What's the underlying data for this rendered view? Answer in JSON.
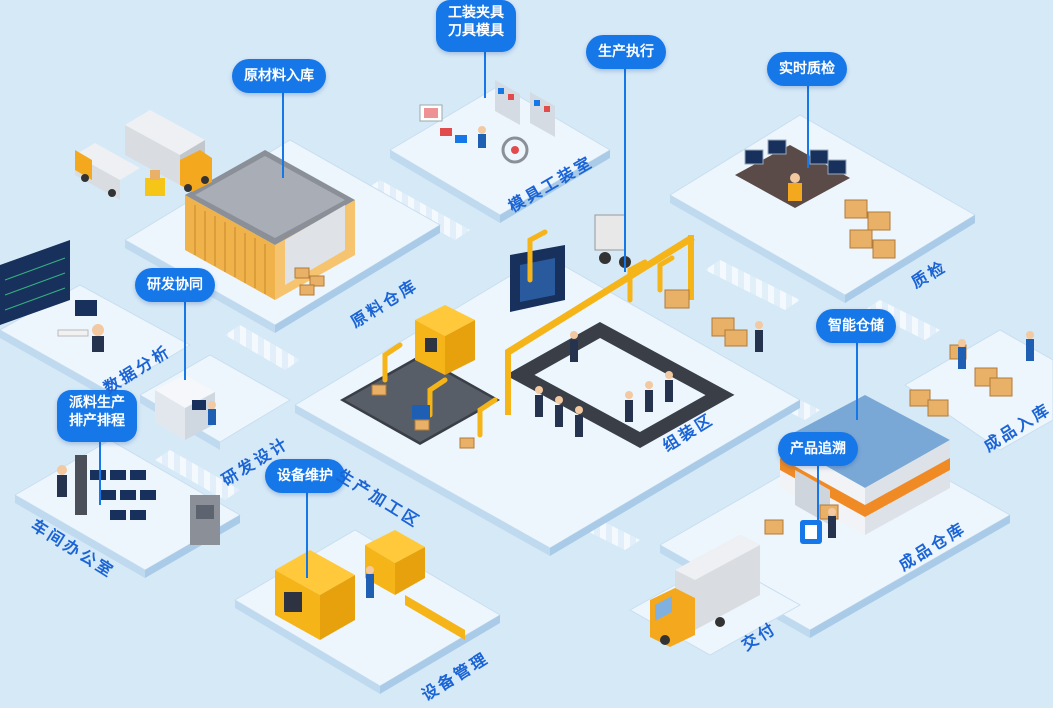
{
  "callouts": {
    "raw_material_in": "原材料入库",
    "fixture_tools_line1": "工装夹具",
    "fixture_tools_line2": "刀具模具",
    "production_execution": "生产执行",
    "realtime_qc": "实时质检",
    "rd_collaboration": "研发协同",
    "dispatch_line1": "派料生产",
    "dispatch_line2": "排产排程",
    "equipment_maintenance": "设备维护",
    "smart_storage": "智能仓储",
    "product_trace": "产品追溯"
  },
  "zones": {
    "raw_material_warehouse": "原料仓库",
    "mold_tool_room": "模具工装室",
    "quality_check": "质检",
    "data_analysis": "数据分析",
    "rd_design": "研发设计",
    "workshop_office": "车间办公室",
    "production_processing": "生产加工区",
    "assembly": "组装区",
    "equipment_management": "设备管理",
    "finished_goods_warehouse": "成品仓库",
    "finished_goods_in": "成品入库",
    "delivery": "交付"
  },
  "colors": {
    "background": "#d6e9f7",
    "platform_top": "#eef6fd",
    "platform_side": "#bfd9ef",
    "callout": "#1677e8",
    "zone_text": "#1a64d6",
    "machine_yellow": "#f5b418",
    "truck_cab": "#f4a81d",
    "box": "#e9b067",
    "roof_blue": "#7aa8d6",
    "screen": "#17315c"
  }
}
